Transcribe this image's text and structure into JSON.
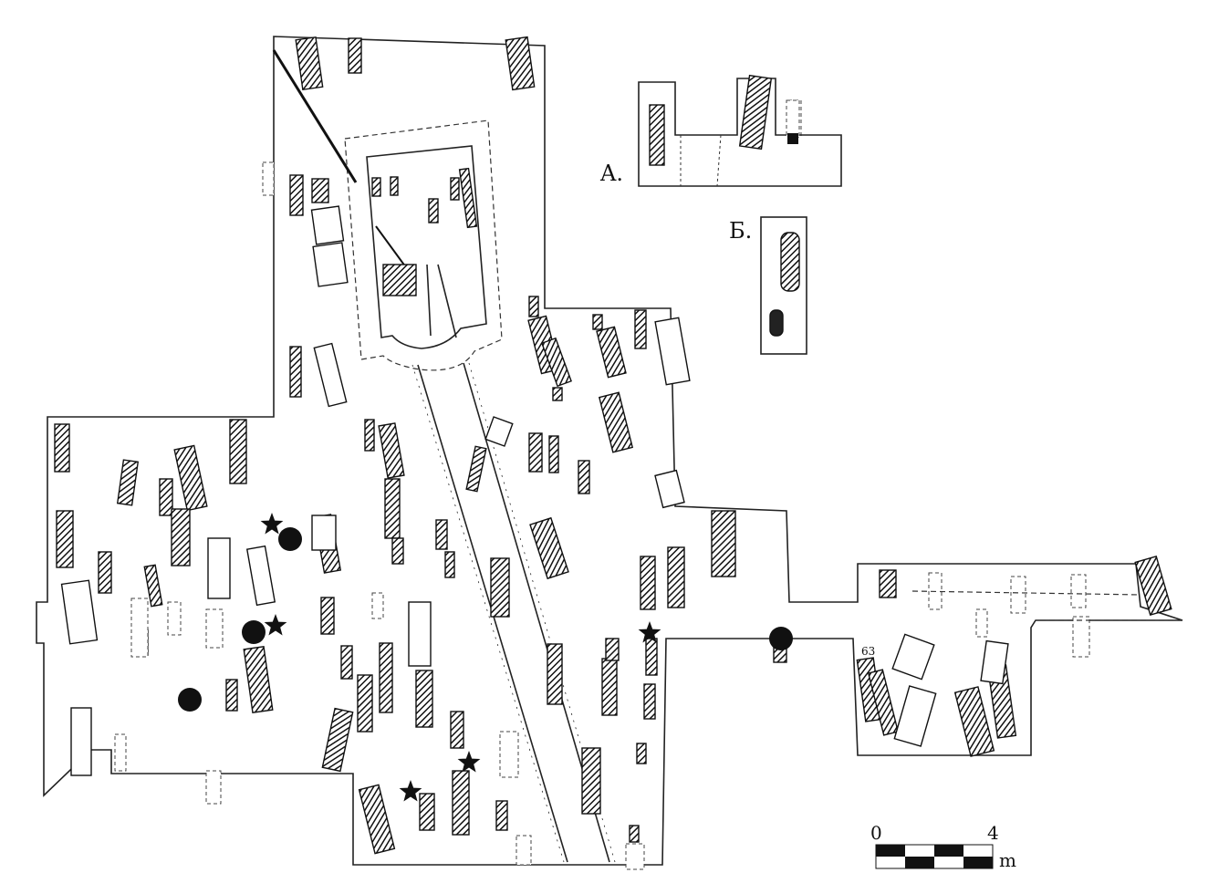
{
  "plan": {
    "inset_labels": {
      "a": "A.",
      "b": "Б."
    },
    "scale_bar": {
      "start": "0",
      "end": "4",
      "unit": "m"
    },
    "grave_number": "63"
  },
  "colors": {
    "ink": "#111111",
    "paper": "#ffffff"
  }
}
